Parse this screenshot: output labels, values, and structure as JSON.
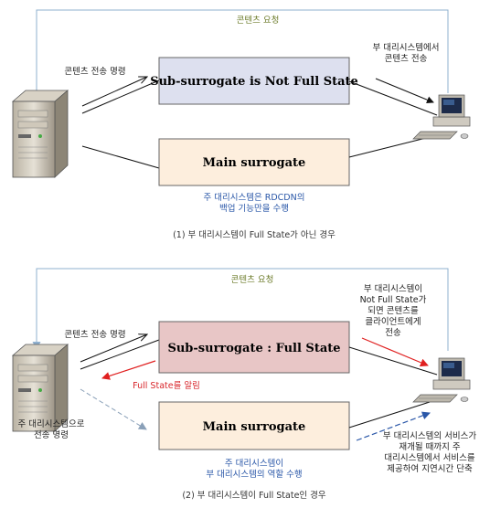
{
  "panel1": {
    "request_label": "콘텐츠 요청",
    "command_label": "콘텐츠 전송 명령",
    "sub_box_label": "Sub-surrogate is Not Full State",
    "main_box_label": "Main surrogate",
    "client_note": [
      "부 대리시스템에서",
      "콘텐츠 전송"
    ],
    "main_note": [
      "주 대리시스템은 RDCDN의",
      "백업 기능만을 수행"
    ],
    "caption": "(1) 부 대리시스템이 Full State가 아닌 경우"
  },
  "panel2": {
    "request_label": "콘텐츠 요청",
    "command_label": "콘텐츠 전송 명령",
    "sub_box_label": "Sub-surrogate : Full State",
    "main_box_label": "Main surrogate",
    "notify_label": "Full State를 알림",
    "main_command_label": [
      "주 대리시스템으로",
      "전송 명령"
    ],
    "client_note": [
      "부 대리시스템이",
      "Not Full State가",
      "되면 콘텐츠를",
      "클라이언트에게",
      "전송"
    ],
    "main_note": [
      "주 대리시스템이",
      "부 대리시스템의 역할 수행"
    ],
    "service_note": [
      "부 대리시스템의 서비스가",
      "재개될 때까지 주",
      "대리시스템에서 서비스를",
      "제공하여 지연시간 단축"
    ],
    "caption": "(2) 부 대리시스템이 Full State인 경우"
  },
  "colors": {
    "sub_box_fill_1": "#dde0ef",
    "sub_box_fill_2": "#e8c6c6",
    "main_box_fill": "#fdeedd",
    "request_line": "#8fb0cf",
    "green_text": "#6e7d2c",
    "blue_text": "#2a57a8",
    "red_text": "#d8262b"
  },
  "icons": [
    "server-icon",
    "client-computer-icon"
  ]
}
